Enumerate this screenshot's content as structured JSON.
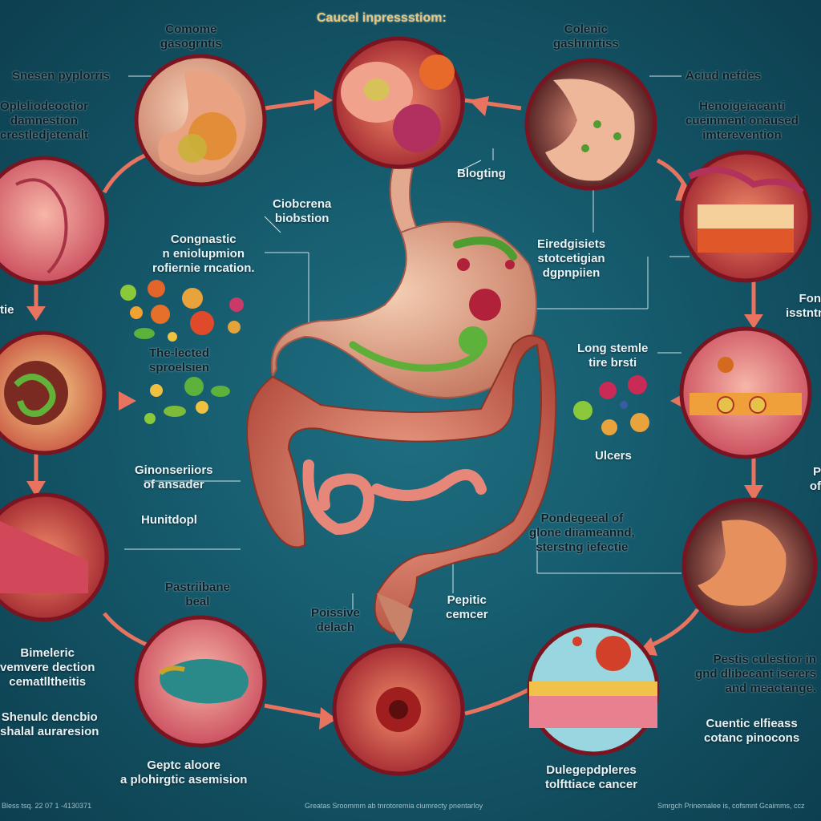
{
  "title": "Caucel inpressstiom:",
  "labels": {
    "common_gastritis": "Comome\ngasogrntis",
    "colonic_gastritis": "Colenic\ngashrnrtiss",
    "acid_reflux": "Aciud nefdes",
    "stenosis_pylorus": "Snesen pyplorris",
    "obstruction": "Opleliodeoctior\ndamnestion\ncrestledjetenalt",
    "heno": "Henoigeiacanti\ncueinment onaused\nimterevention",
    "cioborena": "Ciobcrena\nbiobstion",
    "bloating": "Blogting",
    "congnastic": "Congnastic\nn eniolupmion\nrofiernie rncation.",
    "eiredgisiets": "Eiredgisiets\nstotcetigian\ndgpnpiien",
    "partial_left": "tie",
    "fon_right": "Fon\nisstntn",
    "infected": "The-lected\nsproelsien",
    "long_stemie": "Long stemle\ntire brsti",
    "ginonseriiors": "Ginonseriiors\nof ansader",
    "ulcers": "Ulcers",
    "po_right": "P\nof",
    "hunitdopl": "Hunitdopl",
    "pondegeeal": "Pondegeeal of\nglone diiameannd,\nsterstng iefectie",
    "pastriibane": "Pastriibane\nbeal",
    "poissive": "Poissive\ndelach",
    "peptic": "Pepitic\ncemcer",
    "bimeleric": "Bimeleric\nvemvere dection\ncematlltheitis",
    "pestis": "Pestis culestior in\ngnd dlibecant iserers\nand meactange.",
    "shenulc": "Shenulc dencbio\nshalal auraresion",
    "cuentic": "Cuentic elfieass\ncotanc pinocons",
    "geptc": "Geptc aloore\na plohirgtic asemision",
    "duleg": "Dulegepdpleres\ntolfttiace cancer"
  },
  "footer": {
    "left": "Bless tsq. 22 07 1 -4130371",
    "center": "Greatas Sroommm ab tnrotoremia ciumrecty pnentarloy",
    "right": "Smrgch Prinemalee is, cofsmnt Gcaimms, ccz"
  },
  "colors": {
    "background": "#155a6c",
    "arrow": "#e8735f",
    "circle_ring": "#7a1420",
    "title": "#e9c77a"
  }
}
